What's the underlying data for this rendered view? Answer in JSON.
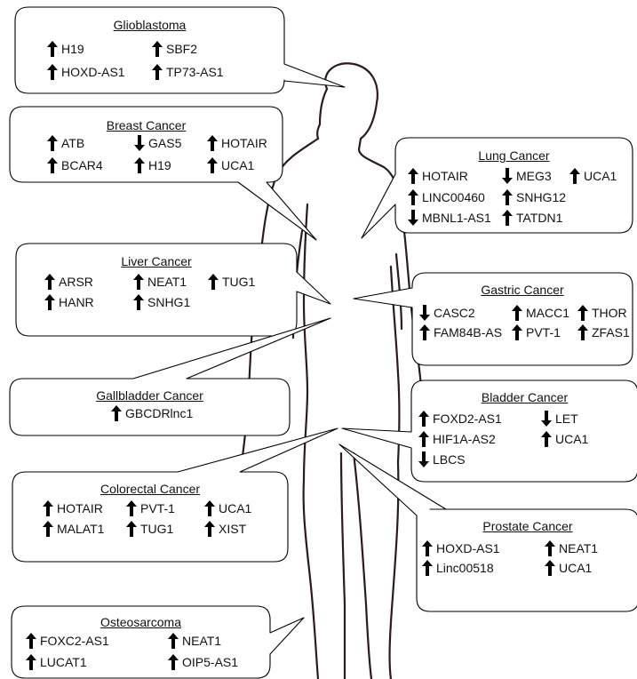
{
  "diagram": {
    "colors": {
      "outline": "#2b1a20",
      "bubble_border": "#000000",
      "arrow": "#000000",
      "text": "#111111"
    },
    "callouts": [
      {
        "id": "glioblastoma",
        "title": "Glioblastoma",
        "genes": [
          {
            "name": "H19",
            "direction": "up"
          },
          {
            "name": "SBF2",
            "direction": "up"
          },
          {
            "name": "HOXD-AS1",
            "direction": "up"
          },
          {
            "name": "TP73-AS1",
            "direction": "up"
          }
        ]
      },
      {
        "id": "breast-cancer",
        "title": "Breast Cancer",
        "genes": [
          {
            "name": "ATB",
            "direction": "up"
          },
          {
            "name": "GAS5",
            "direction": "down"
          },
          {
            "name": "HOTAIR",
            "direction": "up"
          },
          {
            "name": "BCAR4",
            "direction": "up"
          },
          {
            "name": "H19",
            "direction": "up"
          },
          {
            "name": "UCA1",
            "direction": "up"
          }
        ]
      },
      {
        "id": "lung-cancer",
        "title": "Lung Cancer",
        "genes": [
          {
            "name": "HOTAIR",
            "direction": "up"
          },
          {
            "name": "MEG3",
            "direction": "down"
          },
          {
            "name": "UCA1",
            "direction": "up"
          },
          {
            "name": "LINC00460",
            "direction": "up"
          },
          {
            "name": "SNHG12",
            "direction": "up"
          },
          {
            "name": "MBNL1-AS1",
            "direction": "down"
          },
          {
            "name": "TATDN1",
            "direction": "up"
          }
        ]
      },
      {
        "id": "liver-cancer",
        "title": "Liver Cancer",
        "genes": [
          {
            "name": "ARSR",
            "direction": "up"
          },
          {
            "name": "NEAT1",
            "direction": "up"
          },
          {
            "name": "TUG1",
            "direction": "up"
          },
          {
            "name": "HANR",
            "direction": "up"
          },
          {
            "name": "SNHG1",
            "direction": "up"
          }
        ]
      },
      {
        "id": "gastric-cancer",
        "title": "Gastric Cancer",
        "genes": [
          {
            "name": "CASC2",
            "direction": "down"
          },
          {
            "name": "MACC1",
            "direction": "up"
          },
          {
            "name": "THOR",
            "direction": "up"
          },
          {
            "name": "FAM84B-AS",
            "direction": "up"
          },
          {
            "name": "PVT-1",
            "direction": "up"
          },
          {
            "name": "ZFAS1",
            "direction": "up"
          }
        ]
      },
      {
        "id": "gallbladder-cancer",
        "title": "Gallbladder Cancer",
        "genes": [
          {
            "name": "GBCDRlnc1",
            "direction": "up"
          }
        ]
      },
      {
        "id": "bladder-cancer",
        "title": "Bladder Cancer",
        "genes": [
          {
            "name": "FOXD2-AS1",
            "direction": "up"
          },
          {
            "name": "LET",
            "direction": "down"
          },
          {
            "name": "HIF1A-AS2",
            "direction": "up"
          },
          {
            "name": "UCA1",
            "direction": "up"
          },
          {
            "name": "LBCS",
            "direction": "down"
          }
        ]
      },
      {
        "id": "colorectal-cancer",
        "title": "Colorectal Cancer",
        "genes": [
          {
            "name": "HOTAIR",
            "direction": "up"
          },
          {
            "name": "PVT-1",
            "direction": "up"
          },
          {
            "name": "UCA1",
            "direction": "up"
          },
          {
            "name": "MALAT1",
            "direction": "up"
          },
          {
            "name": "TUG1",
            "direction": "up"
          },
          {
            "name": "XIST",
            "direction": "up"
          }
        ]
      },
      {
        "id": "prostate-cancer",
        "title": "Prostate Cancer",
        "genes": [
          {
            "name": "HOXD-AS1",
            "direction": "up"
          },
          {
            "name": "NEAT1",
            "direction": "up"
          },
          {
            "name": "Linc00518",
            "direction": "up"
          },
          {
            "name": "UCA1",
            "direction": "up"
          }
        ]
      },
      {
        "id": "osteosarcoma",
        "title": "Osteosarcoma",
        "genes": [
          {
            "name": "FOXC2-AS1",
            "direction": "up"
          },
          {
            "name": "NEAT1",
            "direction": "up"
          },
          {
            "name": "LUCAT1",
            "direction": "up"
          },
          {
            "name": "OIP5-AS1",
            "direction": "up"
          }
        ]
      }
    ]
  }
}
